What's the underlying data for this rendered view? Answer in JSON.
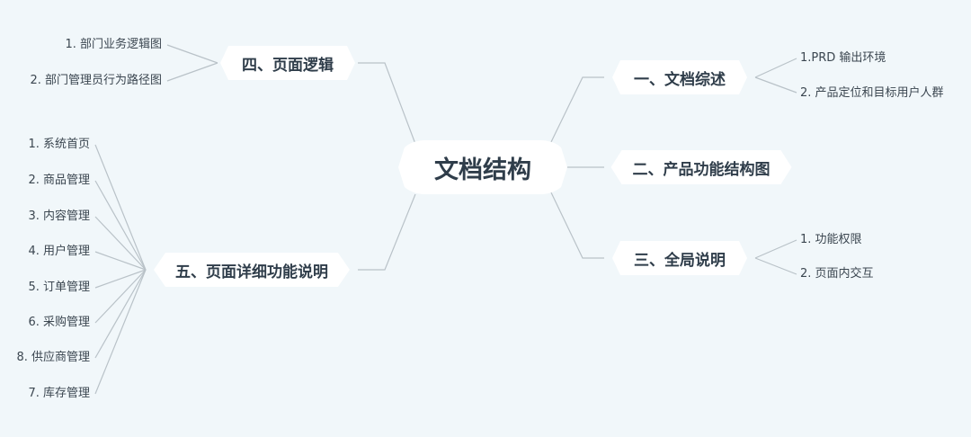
{
  "root": {
    "label": "文档结构"
  },
  "branches": {
    "b1": {
      "label": "一、文档综述",
      "leaves": [
        "1.PRD 输出环境",
        "2. 产品定位和目标用户人群"
      ]
    },
    "b2": {
      "label": "二、产品功能结构图",
      "leaves": []
    },
    "b3": {
      "label": "三、全局说明",
      "leaves": [
        "1. 功能权限",
        "2. 页面内交互"
      ]
    },
    "b4": {
      "label": "四、页面逻辑",
      "leaves": [
        "1. 部门业务逻辑图",
        "2. 部门管理员行为路径图"
      ]
    },
    "b5": {
      "label": "五、页面详细功能说明",
      "leaves": [
        "1. 系统首页",
        "2. 商品管理",
        "3. 内容管理",
        "4. 用户管理",
        "5. 订单管理",
        "6. 采购管理",
        "8. 供应商管理",
        "7. 库存管理"
      ]
    }
  },
  "colors": {
    "background": "#f1f7fa",
    "line": "#b9c2c8",
    "node_fill": "#ffffff",
    "text": "#2f3d4a"
  }
}
